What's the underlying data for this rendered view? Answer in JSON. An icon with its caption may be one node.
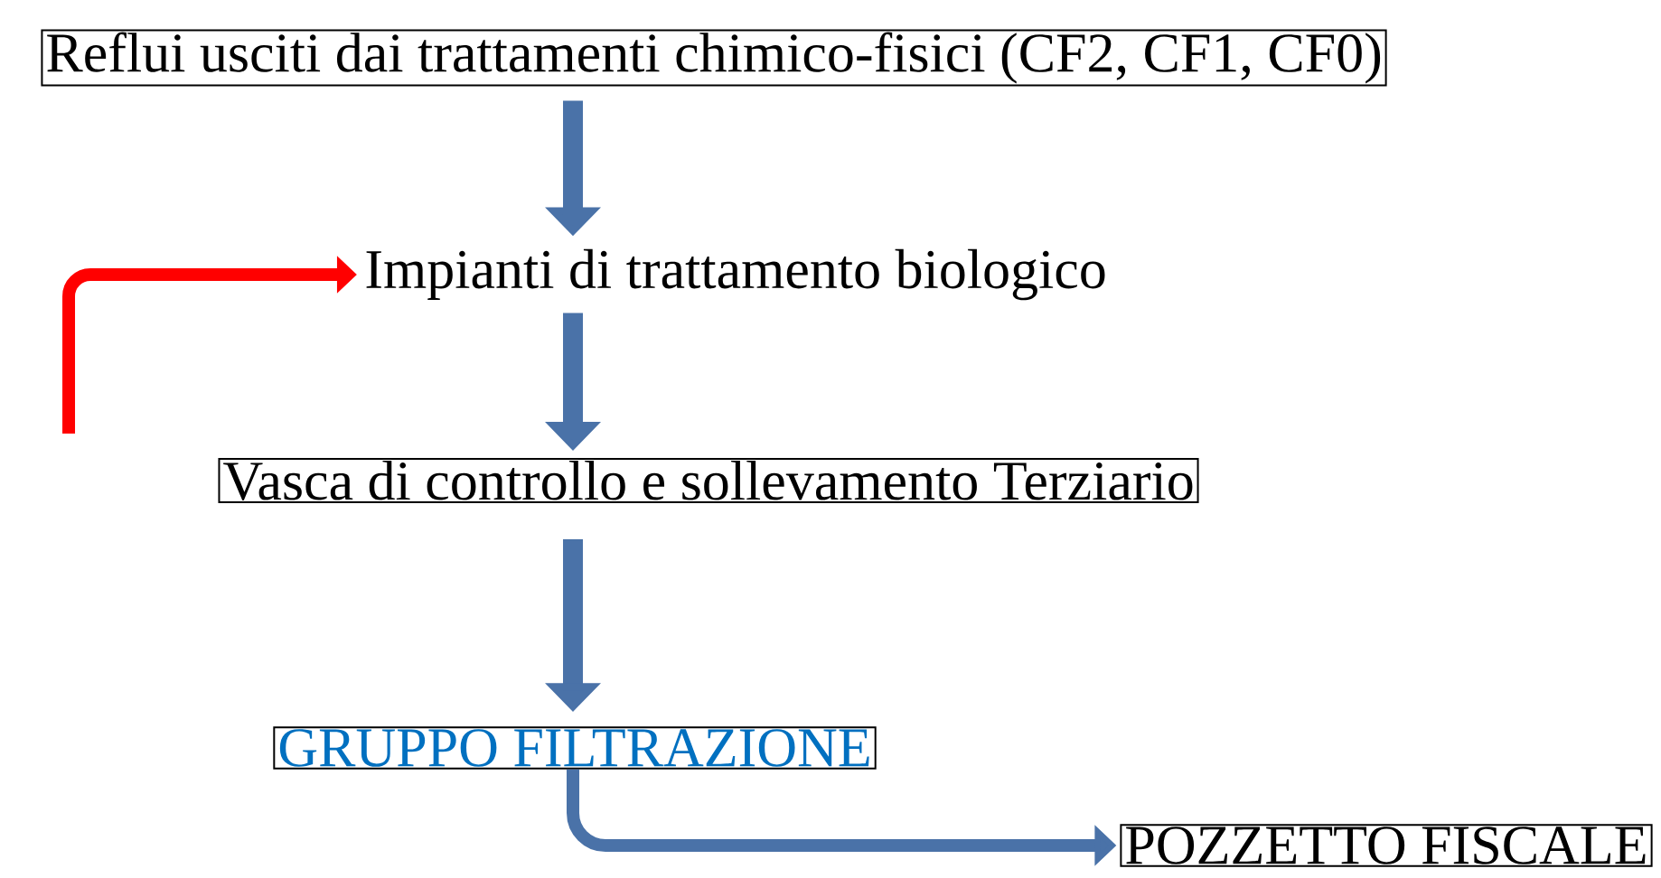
{
  "diagram": {
    "nodes": [
      {
        "text": [
          "Reflui usciti dai trattamenti chimico-fisici (CF2, CF1, CF0)"
        ]
      },
      {
        "text": [
          "Impianti di trattamento biologico"
        ]
      },
      {
        "text": [
          "Vasca di controllo e sollevamento Terziario"
        ]
      },
      {
        "text": [
          "GRUPPO FILTRAZIONE"
        ]
      },
      {
        "text": [
          "POZZETTO FISCALE"
        ]
      }
    ],
    "edges": [
      {
        "from": 0,
        "to": 1,
        "arrow": "to"
      },
      {
        "from": 1,
        "to": 2,
        "arrow": "to"
      },
      {
        "from": 2,
        "to": 3,
        "arrow": "to"
      },
      {
        "from": 3,
        "to": 4,
        "arrow": "to"
      },
      {
        "from": null,
        "to": 1,
        "arrow": "to",
        "color": "#ff0000"
      }
    ]
  }
}
